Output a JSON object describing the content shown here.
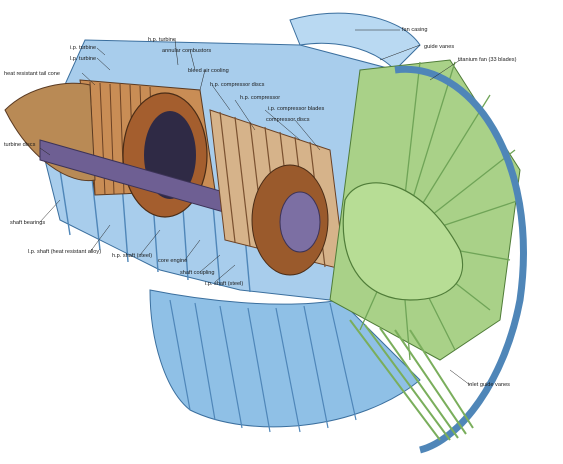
{
  "labels": {
    "ip_turbine": "i.p. turbine",
    "lp_turbine": "l.p. turbine",
    "tail_cone": "heat resistant tail cone",
    "hp_turbine": "h.p. turbine",
    "annular_combustors": "annular combustors",
    "bleed_air_cooling": "bleed air cooling",
    "hp_compressor_discs": "h.p. compressor discs",
    "hp_compressor": "h.p. compressor",
    "ip_compressor_blades": "i.p. compressor blades",
    "compressor_discs": "compressor discs",
    "fan_casing": "fan casing",
    "guide_vanes": "guide vanes",
    "titanium_fan": "titanium fan (33 blades)",
    "turbine_discs": "turbine discs",
    "shaft_bearings": "shaft bearings",
    "lp_shaft": "l.p. shaft (heat resistant alloy)",
    "hp_shaft": "h.p. shaft (steel)",
    "core_engine": "core engine",
    "shaft_coupling": "shaft coupling",
    "ip_shaft": "i.p. shaft (steel)",
    "inlet_guide_vanes": "inlet guide vanes"
  },
  "colors": {
    "casing_blue": "#8fc0e6",
    "casing_light": "#cfe6f7",
    "casing_dark": "#4f86b8",
    "fan_green": "#a9d188",
    "fan_dark": "#6fa457",
    "core_copper": "#b06a35",
    "core_dark": "#5a3a22",
    "shaft_purple": "#6e5f93",
    "tail_cone": "#b98a55"
  }
}
